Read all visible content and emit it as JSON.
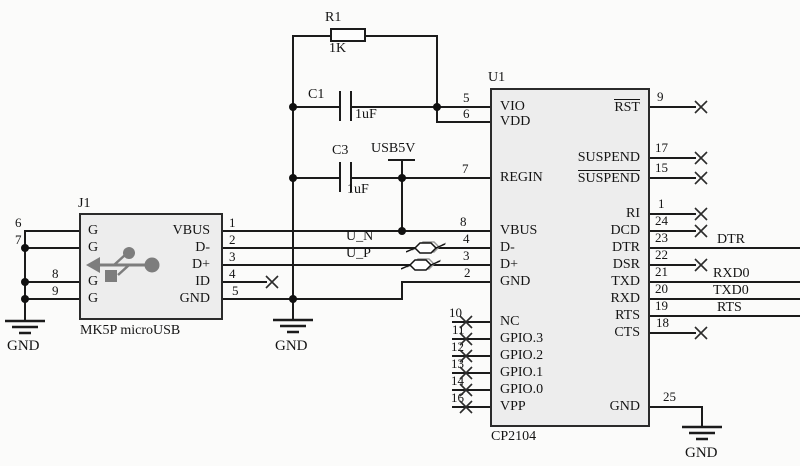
{
  "r1": {
    "ref": "R1",
    "value": "1K"
  },
  "c1": {
    "ref": "C1",
    "value": "1uF"
  },
  "c3": {
    "ref": "C3",
    "value": "1uF"
  },
  "j1": {
    "ref": "J1",
    "part": "MK5P microUSB",
    "left_pins": [
      {
        "num": "6",
        "label": "G"
      },
      {
        "num": "7",
        "label": "G"
      },
      {
        "num": "8",
        "label": "G"
      },
      {
        "num": "9",
        "label": "G"
      }
    ],
    "right_pins": [
      {
        "num": "1",
        "label": "VBUS"
      },
      {
        "num": "2",
        "label": "D-"
      },
      {
        "num": "3",
        "label": "D+"
      },
      {
        "num": "4",
        "label": "ID"
      },
      {
        "num": "5",
        "label": "GND"
      }
    ]
  },
  "u1": {
    "ref": "U1",
    "part": "CP2104",
    "left_pins": [
      {
        "num": "5",
        "label": "VIO"
      },
      {
        "num": "6",
        "label": "VDD"
      },
      {
        "num": "7",
        "label": "REGIN"
      },
      {
        "num": "8",
        "label": "VBUS"
      },
      {
        "num": "4",
        "label": "D-"
      },
      {
        "num": "3",
        "label": "D+"
      },
      {
        "num": "2",
        "label": "GND"
      },
      {
        "num": "10",
        "label": "NC"
      },
      {
        "num": "11",
        "label": "GPIO.3"
      },
      {
        "num": "12",
        "label": "GPIO.2"
      },
      {
        "num": "13",
        "label": "GPIO.1"
      },
      {
        "num": "14",
        "label": "GPIO.0"
      },
      {
        "num": "16",
        "label": "VPP"
      }
    ],
    "right_pins": [
      {
        "num": "9",
        "label": "RST"
      },
      {
        "num": "17",
        "label": "SUSPEND"
      },
      {
        "num": "15",
        "label": "SUSPEND"
      },
      {
        "num": "1",
        "label": "RI"
      },
      {
        "num": "24",
        "label": "DCD"
      },
      {
        "num": "23",
        "label": "DTR"
      },
      {
        "num": "22",
        "label": "DSR"
      },
      {
        "num": "21",
        "label": "TXD"
      },
      {
        "num": "20",
        "label": "RXD"
      },
      {
        "num": "19",
        "label": "RTS"
      },
      {
        "num": "18",
        "label": "CTS"
      },
      {
        "num": "25",
        "label": "GND"
      }
    ]
  },
  "nets": {
    "usb5v": "USB5V",
    "u_n": "U_N",
    "u_p": "U_P",
    "dtr": "DTR",
    "rxd0": "RXD0",
    "txd0": "TXD0",
    "rts": "RTS",
    "gnd": "GND"
  }
}
